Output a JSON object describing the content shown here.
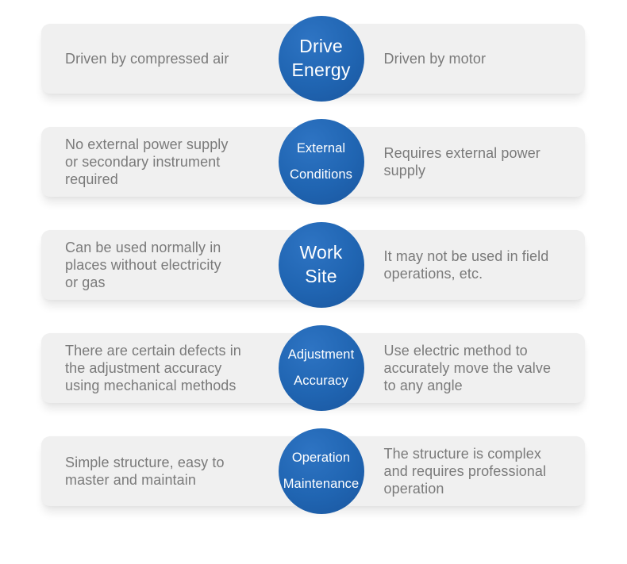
{
  "colors": {
    "page_bg": "#ffffff",
    "panel_bg": "#f0f0f0",
    "body_text": "#7a7a7a",
    "badge_text": "#ffffff",
    "badge_blue": "#2065b2",
    "badge_blue_light": "#2e74c3",
    "badge_blue_dark": "#1a57a0"
  },
  "rows": [
    {
      "left": "Driven by compressed air",
      "label": "Drive\nEnergy",
      "right": "Driven by motor"
    },
    {
      "left": "No external power supply\nor secondary instrument\nrequired",
      "label": "External\nConditions",
      "right": "Requires external power\nsupply"
    },
    {
      "left": "Can be used normally in\nplaces without electricity\nor gas",
      "label": "Work\nSite",
      "right": "It may not be used in field\noperations, etc."
    },
    {
      "left": "There are certain defects in\nthe adjustment accuracy\nusing mechanical methods",
      "label": "Adjustment\nAccuracy",
      "right": "Use electric method to\naccurately move the valve\nto any angle"
    },
    {
      "left": "Simple structure, easy to\nmaster and maintain",
      "label": "Operation\nMaintenance",
      "right": "The structure is complex\nand requires professional\noperation"
    }
  ]
}
